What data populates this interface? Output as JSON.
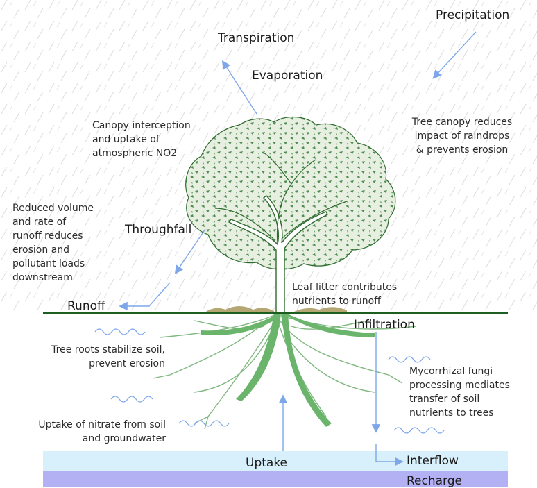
{
  "colors": {
    "arrow": "#7ea7ea",
    "ground": "#1b5e20",
    "canopy_fill": "#e6efe0",
    "canopy_dots": "#1e6b24",
    "trunk_stroke": "#2d6b2d",
    "roots": "#6ab46b",
    "root_fine": "#7fb77f",
    "litter": "#b5a773",
    "uptake_band": "#d8f0fb",
    "recharge_band": "#b3b1f3",
    "rain": "#d6d6d6",
    "wavy": "#7ea7ea"
  },
  "labels": {
    "precipitation": "Precipitation",
    "transpiration": "Transpiration",
    "evaporation": "Evaporation",
    "canopy_interception": "Canopy interception\nand uptake of\natmospheric NO2",
    "tree_canopy": "Tree canopy reduces\nimpact of raindrops\n& prevents erosion",
    "reduced_volume": "Reduced volume\nand rate of\nrunoff reduces\nerosion and\npollutant loads\ndownstream",
    "throughfall": "Throughfall",
    "leaf_litter": "Leaf litter contributes\nnutrients to runoff",
    "runoff": "Runoff",
    "infiltration": "Infiltration",
    "tree_roots": "Tree roots stabilize soil,\nprevent erosion",
    "mycorrhizal": "Mycorrhizal fungi\nprocessing mediates\ntransfer of soil\nnutrients to trees",
    "uptake_nitrate": "Uptake of nitrate from soil\nand groundwater",
    "uptake": "Uptake",
    "interflow": "Interflow",
    "recharge": "Recharge"
  },
  "icons": [
    "rain-streaks",
    "tree-illustration",
    "root-system",
    "flow-arrow",
    "water-wave-icon"
  ]
}
